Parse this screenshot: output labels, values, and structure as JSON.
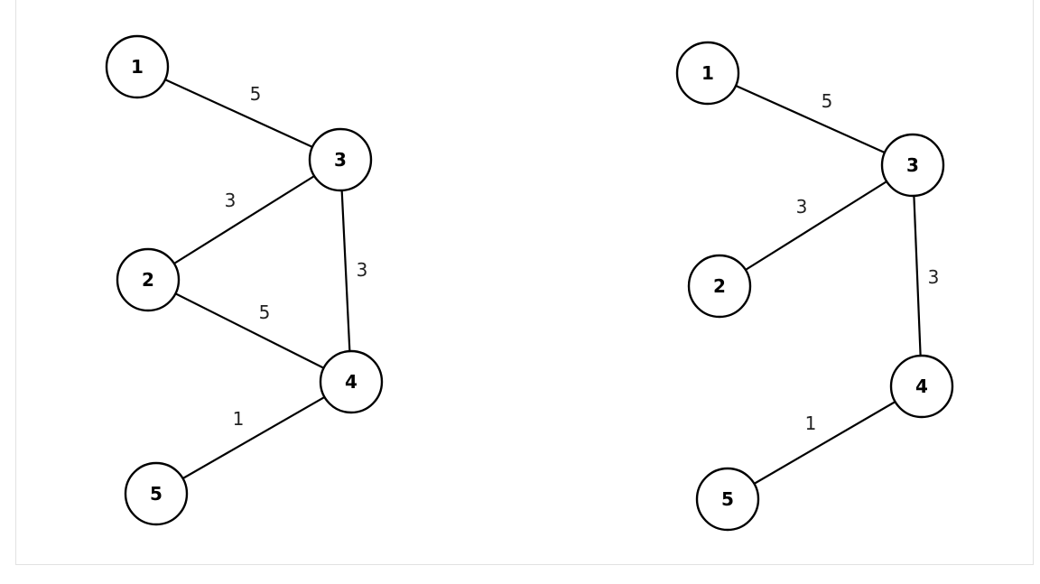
{
  "graphs": [
    {
      "nodes": [
        {
          "id": "1",
          "label": "1"
        },
        {
          "id": "2",
          "label": "2"
        },
        {
          "id": "3",
          "label": "3"
        },
        {
          "id": "4",
          "label": "4"
        },
        {
          "id": "5",
          "label": "5"
        }
      ],
      "edges": [
        {
          "from": "1",
          "to": "3",
          "weight": "5"
        },
        {
          "from": "2",
          "to": "3",
          "weight": "3"
        },
        {
          "from": "3",
          "to": "4",
          "weight": "3"
        },
        {
          "from": "2",
          "to": "4",
          "weight": "5"
        },
        {
          "from": "4",
          "to": "5",
          "weight": "1"
        }
      ]
    },
    {
      "nodes": [
        {
          "id": "1",
          "label": "1"
        },
        {
          "id": "2",
          "label": "2"
        },
        {
          "id": "3",
          "label": "3"
        },
        {
          "id": "4",
          "label": "4"
        },
        {
          "id": "5",
          "label": "5"
        }
      ],
      "edges": [
        {
          "from": "1",
          "to": "3",
          "weight": "5"
        },
        {
          "from": "2",
          "to": "3",
          "weight": "3"
        },
        {
          "from": "3",
          "to": "4",
          "weight": "3"
        },
        {
          "from": "4",
          "to": "5",
          "weight": "1"
        }
      ]
    }
  ]
}
